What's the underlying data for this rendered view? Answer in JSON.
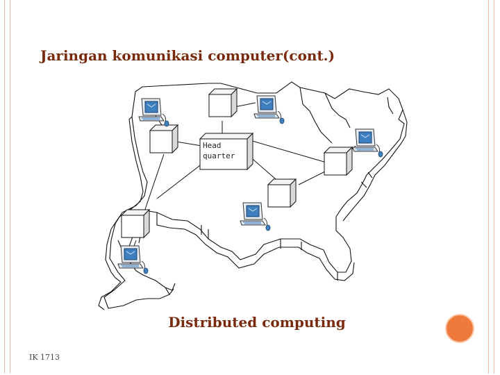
{
  "slide": {
    "title": "Jaringan komunikasi computer(cont.)",
    "caption": "Distributed computing",
    "footer": "IK 1713"
  },
  "diagram": {
    "hq_label_line1": "Head",
    "hq_label_line2": "quarter",
    "icons": {
      "server": "server-cube-icon",
      "terminal": "computer-terminal-icon"
    }
  },
  "colors": {
    "title": "#7a2a0c",
    "frame": "#f2b9a2",
    "accent_dot": "#f07a3c",
    "terminal_screen": "#3e7fbf"
  }
}
